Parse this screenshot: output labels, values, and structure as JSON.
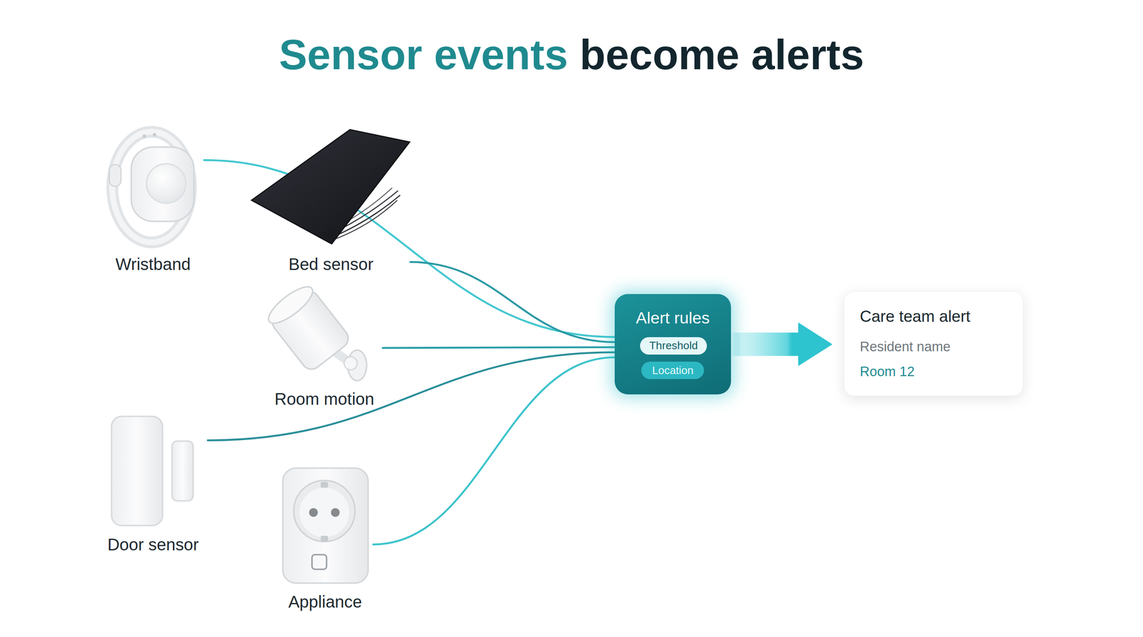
{
  "diagram": {
    "title": "Sensor events become alerts",
    "nodes": [
      {
        "text": [
          "Wristband"
        ]
      },
      {
        "text": [
          "Bed sensor"
        ]
      },
      {
        "text": [
          "Room motion"
        ]
      },
      {
        "text": [
          "Door sensor"
        ]
      },
      {
        "text": [
          "Appliance"
        ]
      },
      {
        "text": [
          "Alert rules"
        ]
      },
      {
        "text": [
          "Threshold"
        ],
        "in": 5
      },
      {
        "text": [
          "Location"
        ],
        "in": 5
      },
      {
        "text": [
          "Care team alert",
          "Resident name",
          "Room 12"
        ]
      }
    ],
    "edges": [
      {
        "from": 0,
        "to": 5,
        "arrow": "none"
      },
      {
        "from": 1,
        "to": 5,
        "arrow": "none"
      },
      {
        "from": 2,
        "to": 5,
        "arrow": "none"
      },
      {
        "from": 3,
        "to": 5,
        "arrow": "none"
      },
      {
        "from": 4,
        "to": 5,
        "arrow": "none"
      },
      {
        "from": 5,
        "to": 8,
        "arrow": "to"
      }
    ]
  }
}
